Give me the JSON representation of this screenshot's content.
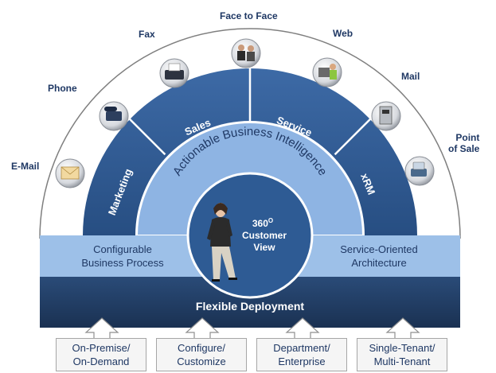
{
  "channels": {
    "email": "E-Mail",
    "phone": "Phone",
    "fax": "Fax",
    "face_to_face": "Face to Face",
    "web": "Web",
    "mail": "Mail",
    "point_of_sale_line1": "Point",
    "point_of_sale_line2": "of Sale"
  },
  "segments": {
    "marketing": "Marketing",
    "sales": "Sales",
    "service": "Service",
    "xrm": "xRM"
  },
  "intelligence": "Actionable Business Intelligence",
  "center": {
    "line1": "360",
    "degree": "O",
    "line2": "Customer",
    "line3": "View"
  },
  "band": {
    "left_line1": "Configurable",
    "left_line2": "Business Process",
    "right_line1": "Service-Oriented",
    "right_line2": "Architecture"
  },
  "deployment": "Flexible Deployment",
  "options": [
    {
      "line1": "On-Premise/",
      "line2": "On-Demand"
    },
    {
      "line1": "Configure/",
      "line2": "Customize"
    },
    {
      "line1": "Department/",
      "line2": "Enterprise"
    },
    {
      "line1": "Single-Tenant/",
      "line2": "Multi-Tenant"
    }
  ],
  "colors": {
    "navy": "#1f3864",
    "segment_blue": "#2e5b94",
    "light_blue": "#8eb4e3",
    "band_blue": "#9dc0e8",
    "deployment_navy": "#203a5e"
  },
  "icons": [
    "envelope-icon",
    "phone-icon",
    "fax-icon",
    "meeting-icon",
    "web-user-icon",
    "mailbox-icon",
    "card-payment-icon"
  ]
}
